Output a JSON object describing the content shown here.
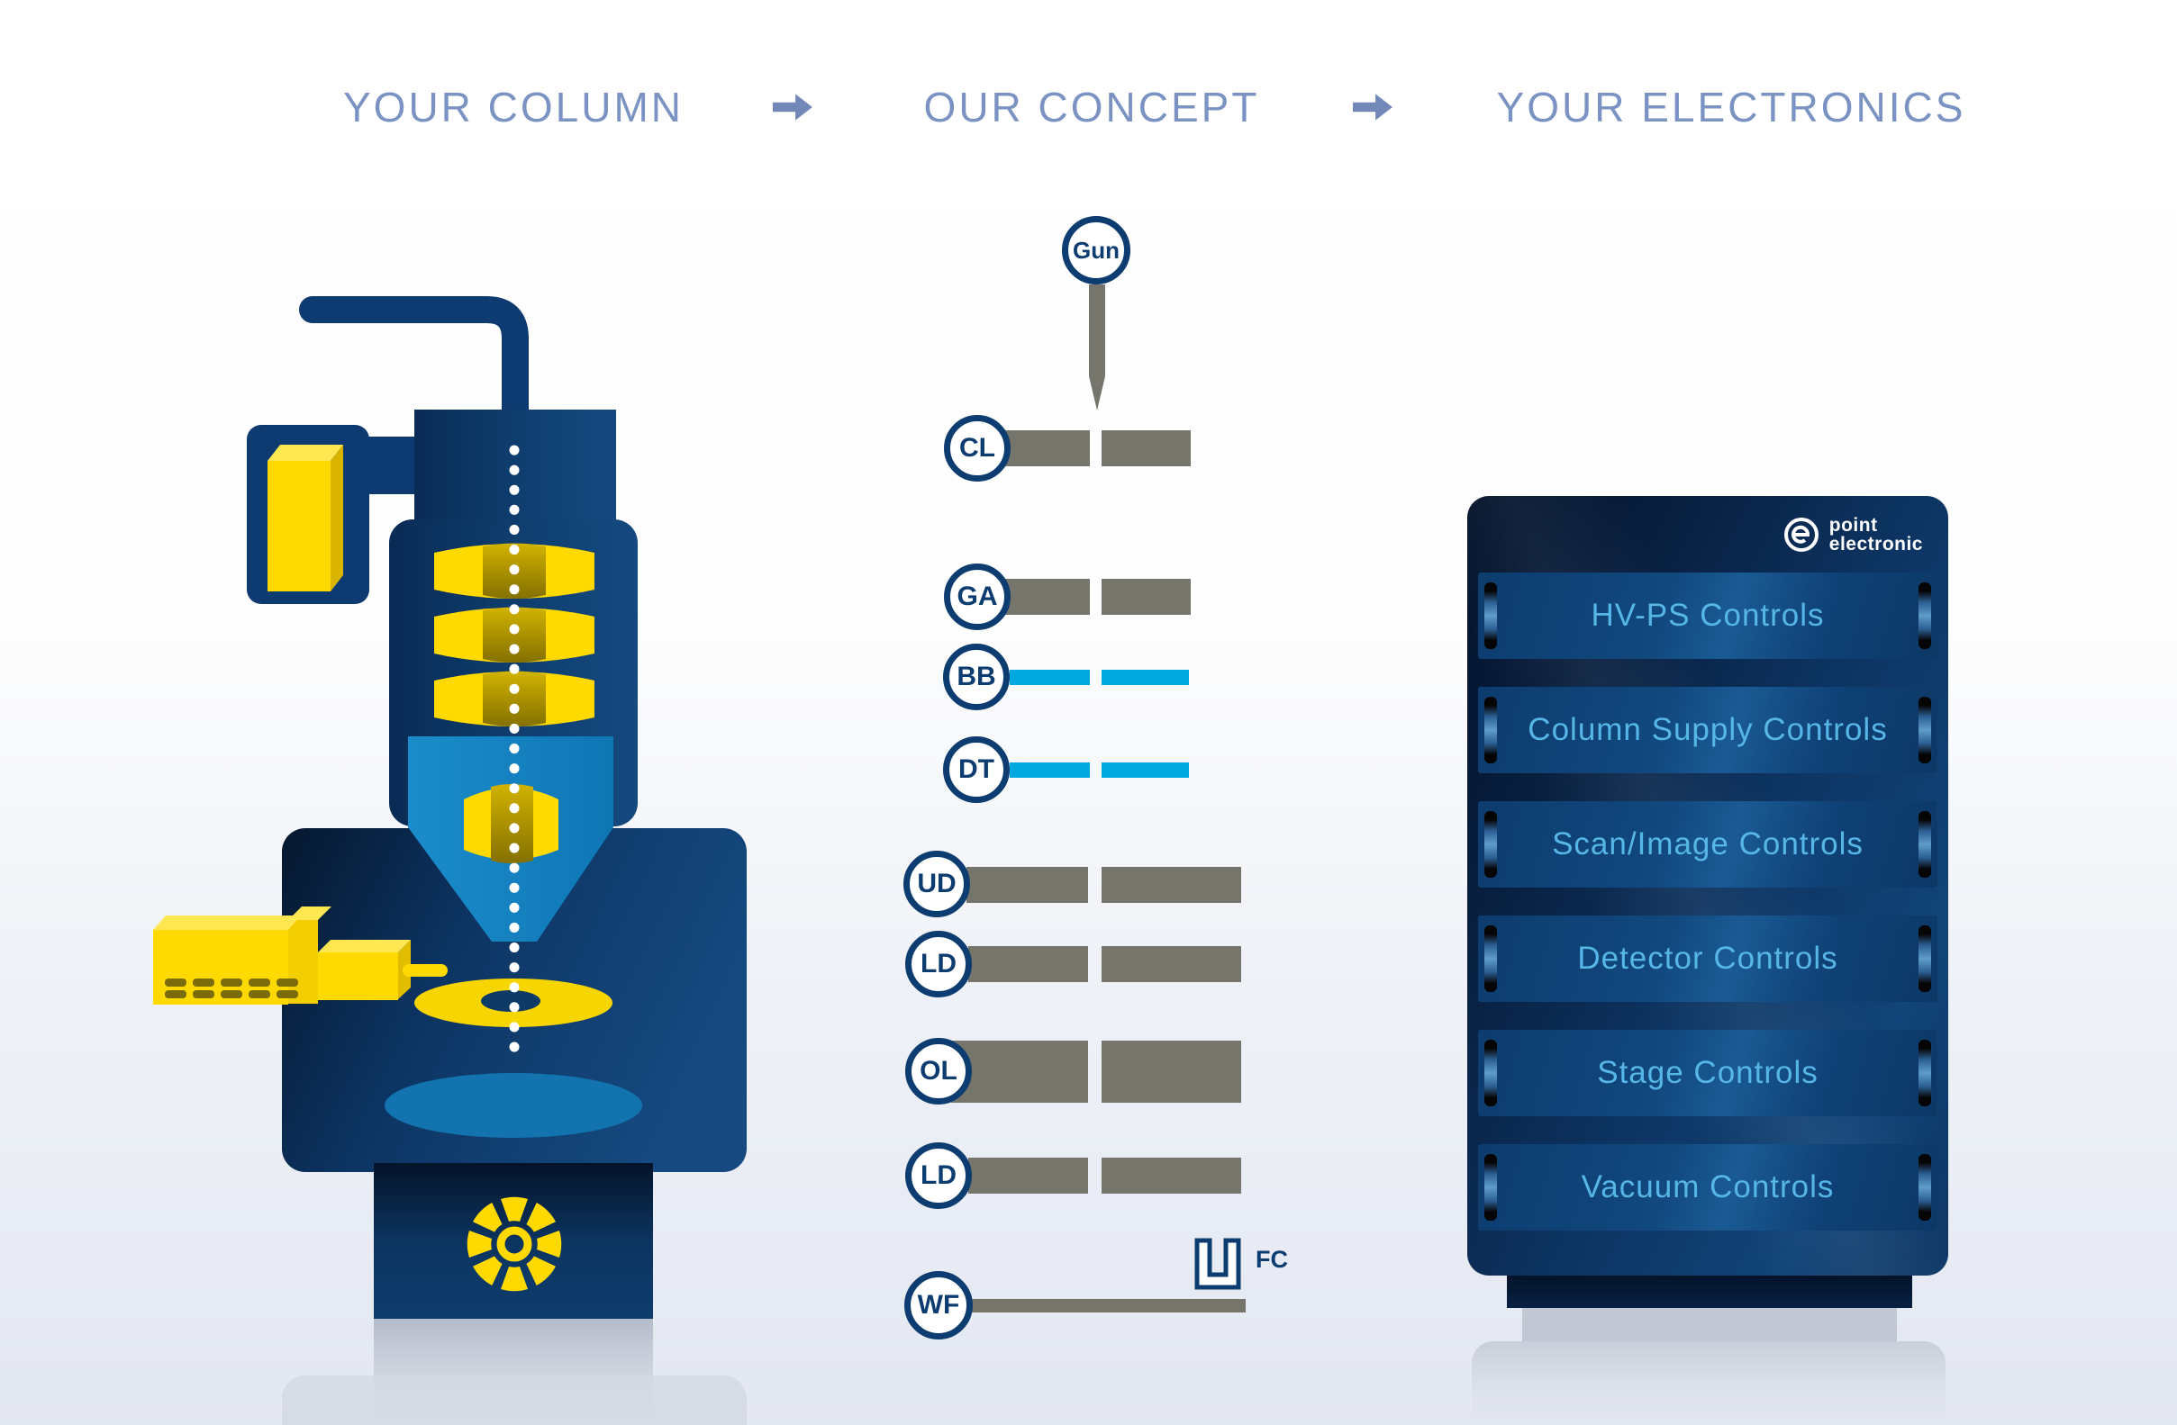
{
  "header": {
    "steps": [
      {
        "label": "YOUR COLUMN"
      },
      {
        "label": "OUR CONCEPT"
      },
      {
        "label": "YOUR ELECTRONICS"
      }
    ]
  },
  "schematic": {
    "gun": "Gun",
    "rows": [
      {
        "label": "CL"
      },
      {
        "label": "GA"
      },
      {
        "label": "BB"
      },
      {
        "label": "DT"
      },
      {
        "label": "UD"
      },
      {
        "label": "LD"
      },
      {
        "label": "OL"
      },
      {
        "label": "LD"
      },
      {
        "label": "WF"
      }
    ],
    "fc": "FC"
  },
  "rack": {
    "brand_line1": "point",
    "brand_line2": "electronic",
    "modules": [
      {
        "label": "HV-PS Controls"
      },
      {
        "label": "Column Supply Controls"
      },
      {
        "label": "Scan/Image Controls"
      },
      {
        "label": "Detector Controls"
      },
      {
        "label": "Stage Controls"
      },
      {
        "label": "Vacuum Controls"
      }
    ]
  },
  "colors": {
    "navy": "#0d3c71",
    "column_navy": "#0a2e5c",
    "light_blue": "#1583c4",
    "medium_blue": "#1273af",
    "yellow": "#ffd900",
    "bar_gray": "#76756c",
    "beam_cyan": "#00a8e0",
    "header_text": "#7b93c3",
    "module_text": "#56b6e6",
    "arrow_blue": "#7188b8"
  }
}
